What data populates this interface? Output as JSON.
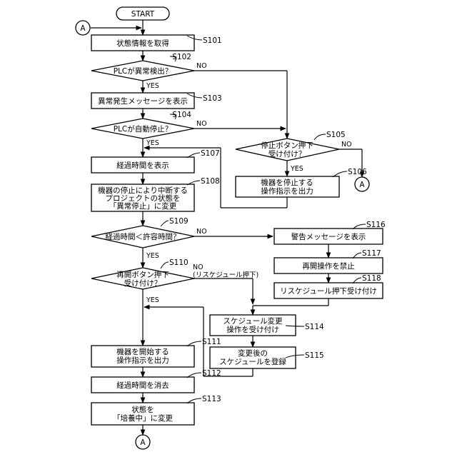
{
  "start": "START",
  "connector": "A",
  "yes": "YES",
  "no": "NO",
  "reschedule_note": "(リスケジュール押下)",
  "steps": {
    "s101": {
      "label": "S101",
      "text": "状態情報を取得"
    },
    "s102": {
      "label": "S102",
      "text": "PLCが異常検出？"
    },
    "s103": {
      "label": "S103",
      "text": "異常発生メッセージを表示"
    },
    "s104": {
      "label": "S104",
      "text": "PLCが自動停止？"
    },
    "s105": {
      "label": "S105",
      "line1": "停止ボタン押下",
      "line2": "受け付け？"
    },
    "s106": {
      "label": "S106",
      "line1": "機器を停止する",
      "line2": "操作指示を出力"
    },
    "s107": {
      "label": "S107",
      "text": "経過時間を表示"
    },
    "s108": {
      "label": "S108",
      "line1": "機器の停止により中断する",
      "line2": "プロジェクトの状態を",
      "line3": "「異常停止」に変更"
    },
    "s109": {
      "label": "S109",
      "text": "経過時間＜許容時間？"
    },
    "s110": {
      "label": "S110",
      "line1": "再開ボタン押下",
      "line2": "受け付け？"
    },
    "s111": {
      "label": "S111",
      "line1": "機器を開始する",
      "line2": "操作指示を出力"
    },
    "s112": {
      "label": "S112",
      "text": "経過時間を消去"
    },
    "s113": {
      "label": "S113",
      "line1": "状態を",
      "line2": "「培養中」に変更"
    },
    "s114": {
      "label": "S114",
      "line1": "スケジュール変更",
      "line2": "操作を受け付け"
    },
    "s115": {
      "label": "S115",
      "line1": "変更後の",
      "line2": "スケジュールを登録"
    },
    "s116": {
      "label": "S116",
      "text": "警告メッセージを表示"
    },
    "s117": {
      "label": "S117",
      "text": "再開操作を禁止"
    },
    "s118": {
      "label": "S118",
      "text": "リスケジュール押下受け付け"
    }
  }
}
